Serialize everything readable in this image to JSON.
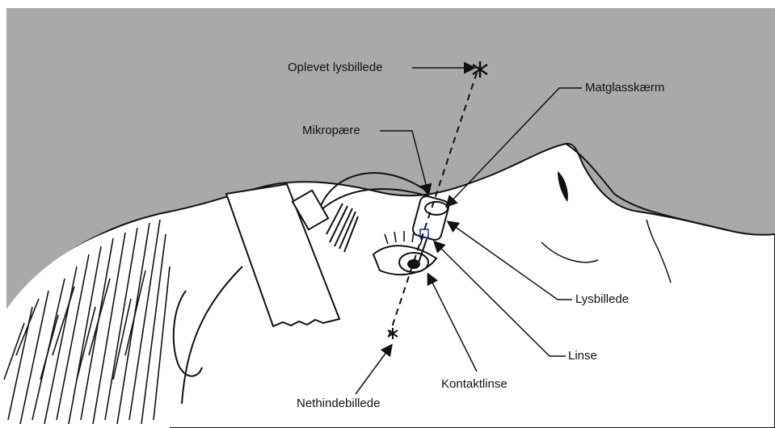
{
  "labels": {
    "perceived_image": "Oplevet lysbillede",
    "ground_glass_screen": "Matglasskærm",
    "micro_bulb": "Mikropære",
    "light_image": "Lysbillede",
    "lens": "Linse",
    "contact_lens": "Kontaktlinse",
    "retinal_image": "Nethindebillede"
  },
  "colors": {
    "background_gray": "#a9a9a9",
    "skin": "#ffffff",
    "ink": "#111111"
  }
}
